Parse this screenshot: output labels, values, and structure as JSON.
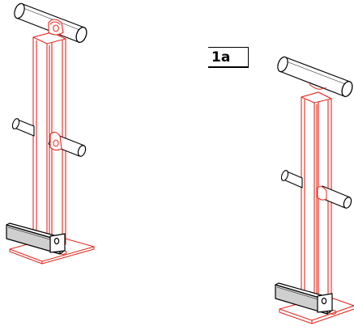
{
  "diagram": {
    "figure_label": "1a",
    "colors": {
      "post_outline": "#e8281e",
      "bracket_outline": "#000000",
      "bracket_fill": "#cfcfcf",
      "background": "#ffffff"
    },
    "assemblies": [
      {
        "name": "left-assembly",
        "parts": [
          "top-rail",
          "upright-post",
          "middle-rail",
          "rail-clamp",
          "side-bracket",
          "base-plate"
        ]
      },
      {
        "name": "right-assembly",
        "parts": [
          "top-rail",
          "upright-post",
          "middle-rail",
          "side-bracket",
          "base-plate"
        ]
      }
    ]
  }
}
